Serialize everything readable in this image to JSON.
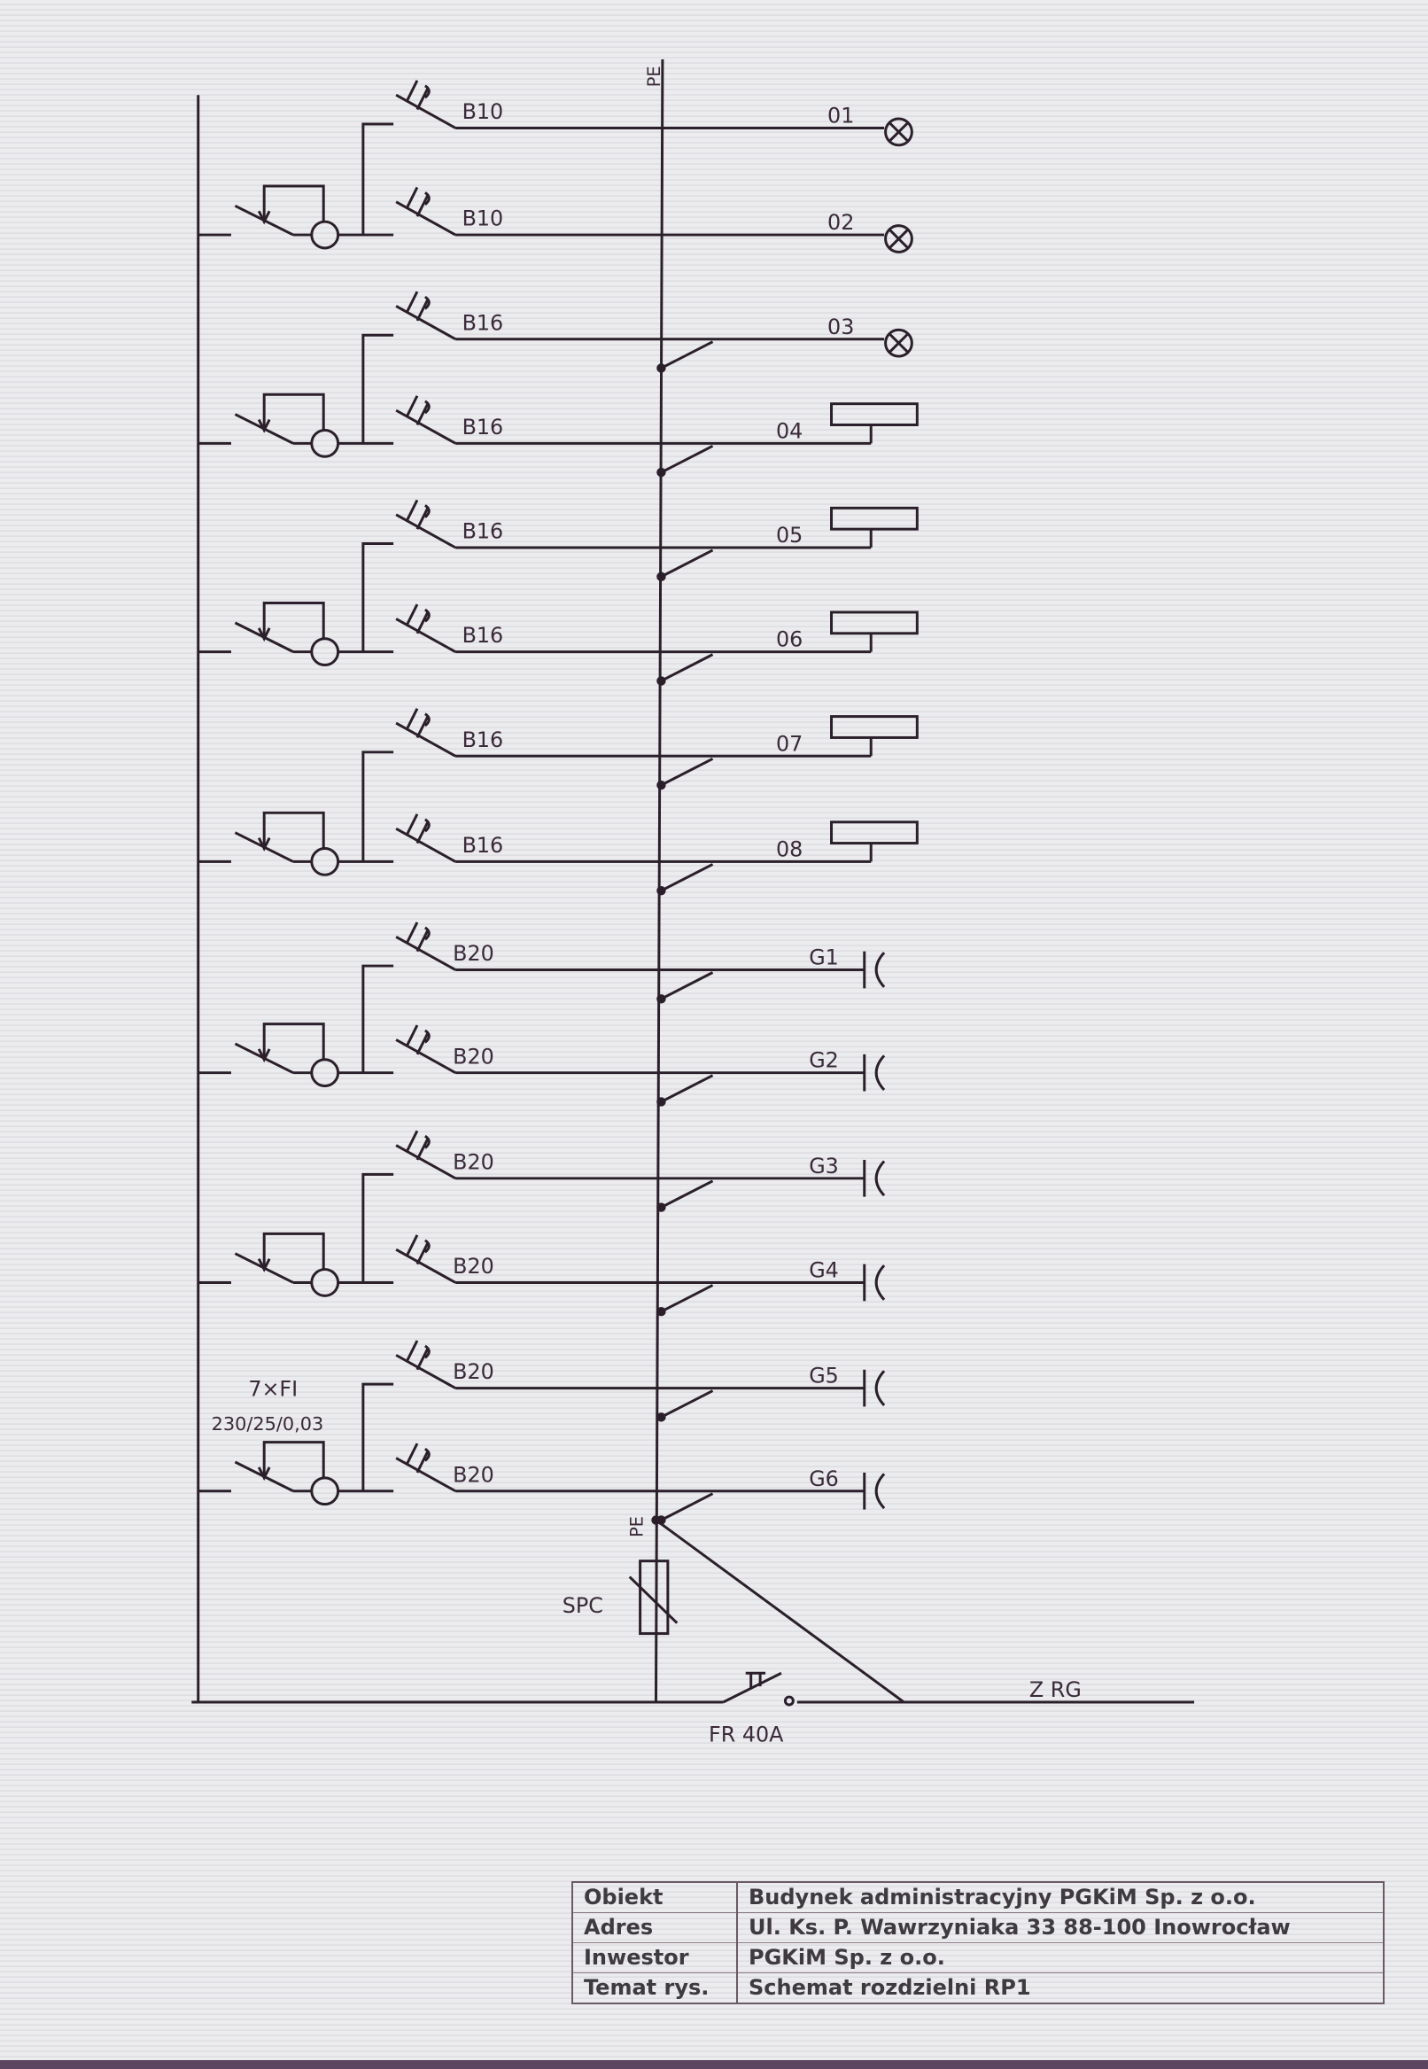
{
  "diagram": {
    "pe_label_top": "PE",
    "pe_label_bottom": "PE",
    "rcd_label_line1": "7×FI",
    "rcd_label_line2": "230/25/0,03",
    "spd_label": "SPC",
    "main_switch_label": "FR 40A",
    "supply_label": "Z RG",
    "circuits": [
      {
        "breaker": "B10",
        "output": "01",
        "type": "lamp",
        "pe": false
      },
      {
        "breaker": "B10",
        "output": "02",
        "type": "lamp",
        "pe": false
      },
      {
        "breaker": "B16",
        "output": "03",
        "type": "lamp",
        "pe": true
      },
      {
        "breaker": "B16",
        "output": "04",
        "type": "socket",
        "pe": true
      },
      {
        "breaker": "B16",
        "output": "05",
        "type": "socket",
        "pe": true
      },
      {
        "breaker": "B16",
        "output": "06",
        "type": "socket",
        "pe": true
      },
      {
        "breaker": "B16",
        "output": "07",
        "type": "socket",
        "pe": true
      },
      {
        "breaker": "B16",
        "output": "08",
        "type": "socket",
        "pe": true
      },
      {
        "breaker": "B20",
        "output": "G1",
        "type": "outlet",
        "pe": true
      },
      {
        "breaker": "B20",
        "output": "G2",
        "type": "outlet",
        "pe": true
      },
      {
        "breaker": "B20",
        "output": "G3",
        "type": "outlet",
        "pe": true
      },
      {
        "breaker": "B20",
        "output": "G4",
        "type": "outlet",
        "pe": true
      },
      {
        "breaker": "B20",
        "output": "G5",
        "type": "outlet",
        "pe": true
      },
      {
        "breaker": "B20",
        "output": "G6",
        "type": "outlet",
        "pe": true
      }
    ]
  },
  "title_block": {
    "rows": [
      {
        "key": "Obiekt",
        "value": "Budynek administracyjny PGKiM Sp. z o.o."
      },
      {
        "key": "Adres",
        "value": "Ul. Ks. P. Wawrzyniaka 33   88-100 Inowrocław"
      },
      {
        "key": "Inwestor",
        "value": "PGKiM Sp. z o.o."
      },
      {
        "key": "Temat rys.",
        "value": "Schemat rozdzielni RP1"
      }
    ]
  },
  "colors": {
    "ink": "#2a1f2a",
    "paper": "#e9e9eb"
  }
}
